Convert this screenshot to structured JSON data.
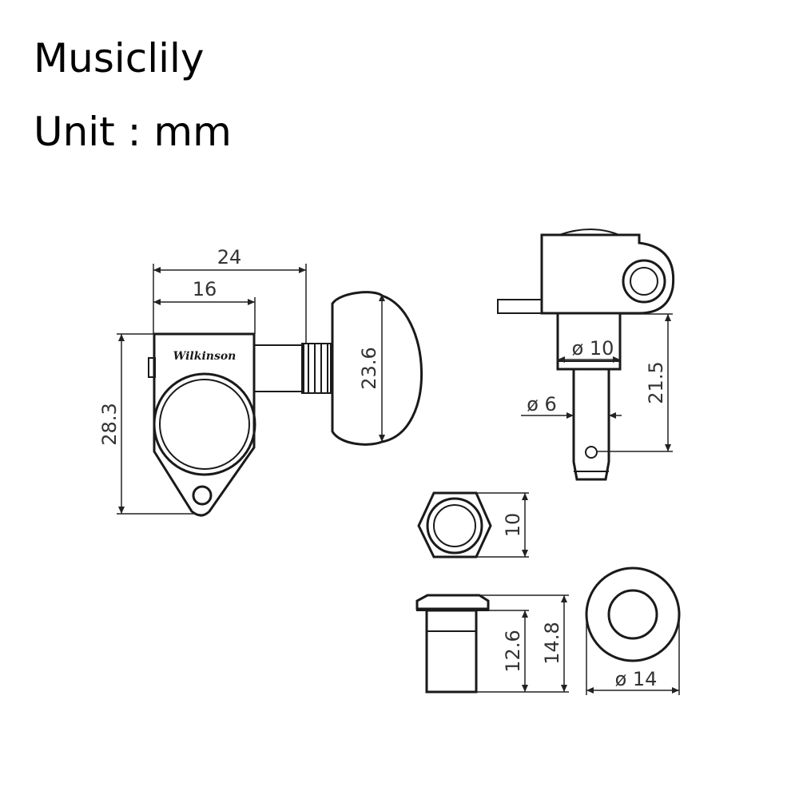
{
  "header": {
    "brand": "Musiclily",
    "unit": "Unit : mm"
  },
  "dimensions": {
    "overall_length": "24",
    "housing_length": "16",
    "button_height": "23.6",
    "housing_height": "28.3",
    "bushing_dia": "ø 10",
    "post_dia": "ø 6",
    "post_height": "21.5",
    "hex_nut_width": "10",
    "ferrule_length": "12.6",
    "ferrule_total": "14.8",
    "washer_dia": "ø 14"
  },
  "logo_text": "Wilkinson"
}
